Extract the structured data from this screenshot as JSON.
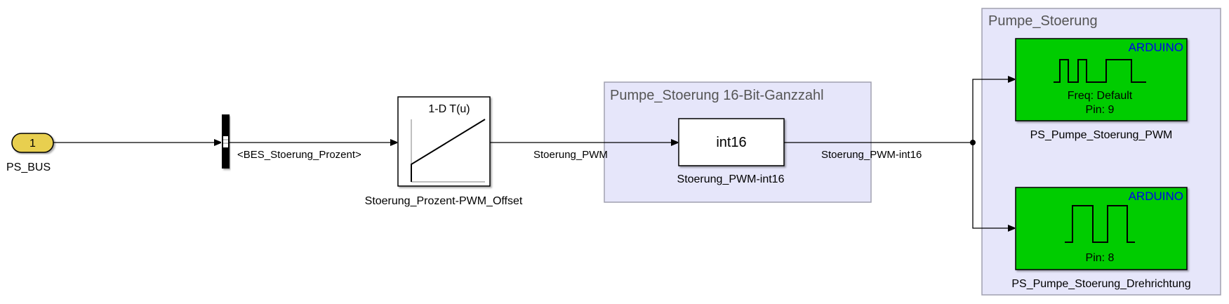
{
  "inport": {
    "number": "1",
    "name": "PS_BUS",
    "color": "#e8cf4f"
  },
  "bus_selector": {
    "signal_label": "<BES_Stoerung_Prozent>"
  },
  "lookup": {
    "icon_label": "1-D T(u)",
    "name": "Stoerung_Prozent-PWM_Offset",
    "output_signal": "Stoerung_PWM"
  },
  "area_int16": {
    "title": "Pumpe_Stoerung 16-Bit-Ganzzahl",
    "color": "#e6e6fa",
    "block": {
      "text": "int16",
      "name": "Stoerung_PWM-int16",
      "output_signal": "Stoerung_PWM-int16"
    }
  },
  "area_pump": {
    "title": "Pumpe_Stoerung",
    "color": "#e6e6fa",
    "blocks": [
      {
        "brand": "ARDUINO",
        "line1": "Freq: Default",
        "line2": "Pin: 9",
        "name": "PS_Pumpe_Stoerung_PWM",
        "icon": "pwm-waveform-icon"
      },
      {
        "brand": "ARDUINO",
        "line2": "Pin: 8",
        "name": "PS_Pumpe_Stoerung_Drehrichtung",
        "icon": "digital-output-waveform-icon"
      }
    ],
    "block_color": "#00cc00"
  }
}
